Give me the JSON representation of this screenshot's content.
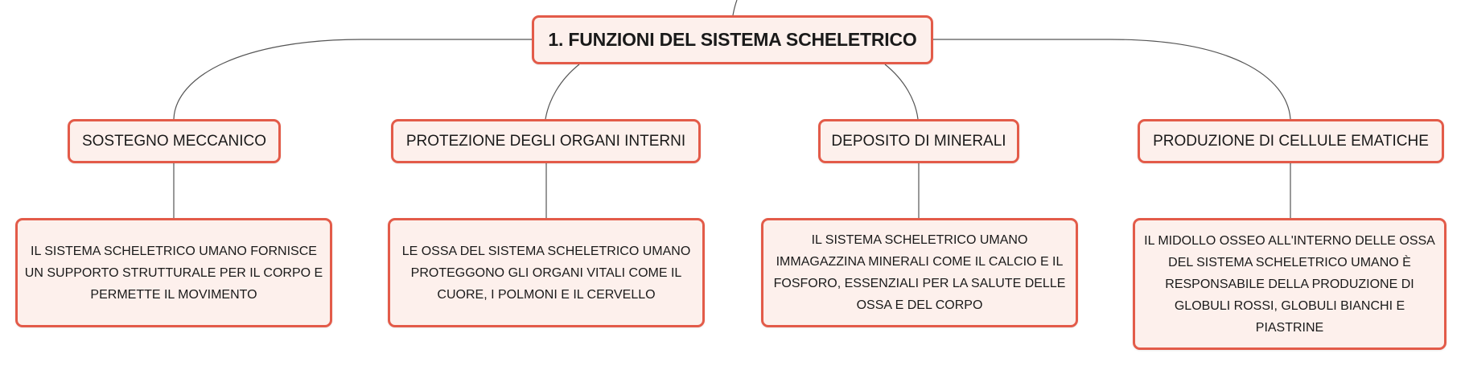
{
  "colors": {
    "node_border": "#e35b49",
    "node_fill": "#fdf0ec",
    "connector": "#555555"
  },
  "root": {
    "label": "1. FUNZIONI DEL SISTEMA SCHELETRICO"
  },
  "branches": [
    {
      "label": "SOSTEGNO MECCANICO",
      "detail": "IL SISTEMA SCHELETRICO UMANO FORNISCE UN SUPPORTO STRUTTURALE PER IL CORPO E PERMETTE IL MOVIMENTO"
    },
    {
      "label": "PROTEZIONE DEGLI ORGANI INTERNI",
      "detail": "LE OSSA DEL SISTEMA SCHELETRICO UMANO PROTEGGONO GLI ORGANI VITALI COME IL CUORE, I POLMONI E IL CERVELLO"
    },
    {
      "label": "DEPOSITO DI MINERALI",
      "detail": "IL SISTEMA SCHELETRICO UMANO IMMAGAZZINA MINERALI COME IL CALCIO E IL FOSFORO, ESSENZIALI PER LA SALUTE DELLE OSSA E DEL CORPO"
    },
    {
      "label": "PRODUZIONE DI CELLULE EMATICHE",
      "detail": "IL MIDOLLO OSSEO ALL'INTERNO DELLE OSSA DEL SISTEMA SCHELETRICO UMANO È RESPONSABILE DELLA PRODUZIONE DI GLOBULI ROSSI, GLOBULI BIANCHI E PIASTRINE"
    }
  ]
}
